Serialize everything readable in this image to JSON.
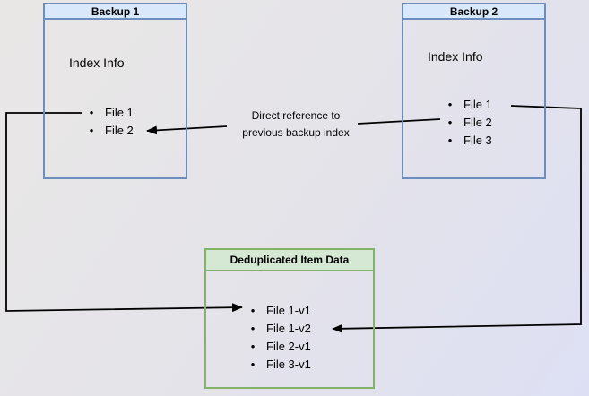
{
  "diagram": {
    "nodes": {
      "backup1": {
        "title": "Backup 1",
        "subtitle": "Index Info",
        "files": [
          "File 1",
          "File 2"
        ]
      },
      "backup2": {
        "title": "Backup 2",
        "subtitle": "Index Info",
        "files": [
          "File 1",
          "File 2",
          "File 3"
        ]
      },
      "dedup": {
        "title": "Deduplicated Item Data",
        "files": [
          "File 1-v1",
          "File 1-v2",
          "File 2-v1",
          "File 3-v1"
        ]
      }
    },
    "edges": {
      "direct_reference": {
        "label_lines": [
          "Direct reference to",
          "previous backup index"
        ]
      }
    },
    "colors": {
      "blue_header_fill": "#dae8fc",
      "blue_border": "#6c8ebf",
      "green_header_fill": "#d5e8d4",
      "green_border": "#82b366",
      "edge_stroke": "#000000",
      "background_from": "#e9e7e5",
      "background_to": "#dde0f4"
    }
  }
}
